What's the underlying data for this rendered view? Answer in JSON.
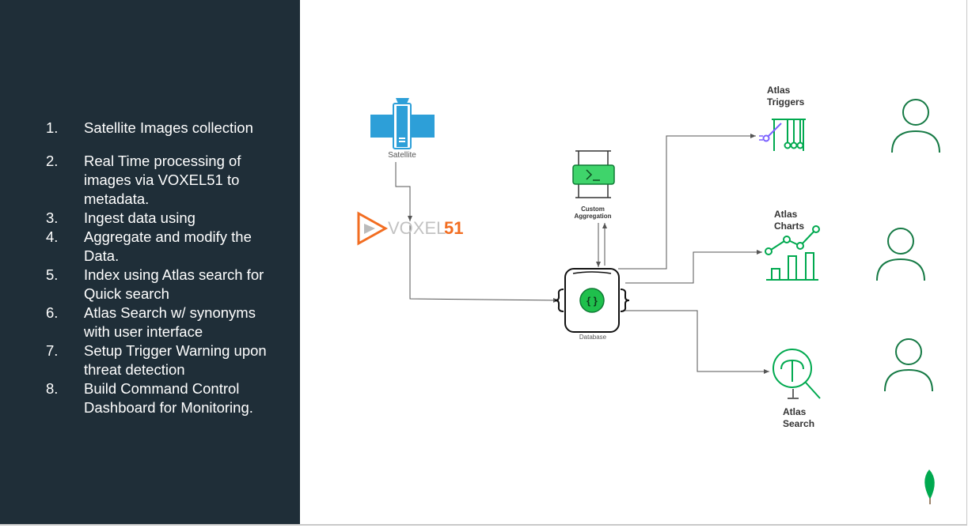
{
  "steps": [
    {
      "num": "1.",
      "text": "Satellite Images collection"
    },
    {
      "num": "2.",
      "text": "Real Time processing of images  via VOXEL51 to metadata."
    },
    {
      "num": "3.",
      "text": "Ingest data using"
    },
    {
      "num": "4.",
      "text": "Aggregate and modify the Data."
    },
    {
      "num": "5.",
      "text": "Index using Atlas search for Quick search"
    },
    {
      "num": "6.",
      "text": "Atlas Search w/ synonyms with user interface"
    },
    {
      "num": "7.",
      "text": "Setup Trigger Warning upon threat detection"
    },
    {
      "num": "8.",
      "text": "Build Command Control Dashboard for Monitoring."
    }
  ],
  "diagram": {
    "satellite_label": "Satellite",
    "voxel_text": "VOXEL",
    "voxel_number": "51",
    "aggregation_line1": "Custom",
    "aggregation_line2": "Aggregation",
    "database_label": "Database",
    "triggers_line1": "Atlas",
    "triggers_line2": "Triggers",
    "charts_line1": "Atlas",
    "charts_line2": "Charts",
    "search_line1": "Atlas",
    "search_line2": "Search"
  },
  "colors": {
    "panel_bg": "#1f2e38",
    "satellite_blue": "#2d9fd8",
    "voxel_orange": "#f26d21",
    "mongo_green": "#00a94f",
    "user_green": "#167a45",
    "connector": "#555555"
  },
  "icons": [
    "satellite-icon",
    "voxel51-logo",
    "terminal-icon",
    "database-icon",
    "trigger-icon",
    "chart-icon",
    "search-icon",
    "user-icon",
    "mongodb-leaf-icon"
  ]
}
